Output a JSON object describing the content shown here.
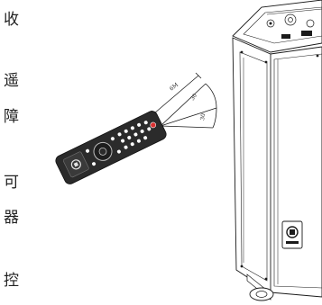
{
  "side_text": [
    "收",
    "遥",
    "障",
    "可",
    "器",
    "控"
  ],
  "diagram": {
    "range_label": "6M",
    "angle_upper_label": "30",
    "angle_lower_label": "30"
  },
  "colors": {
    "line": "#1a1a1a",
    "remote_body": "#2b2b2b",
    "remote_button": "#ffffff",
    "power_button": "#d93030",
    "speaker_face": "#ffffff"
  }
}
